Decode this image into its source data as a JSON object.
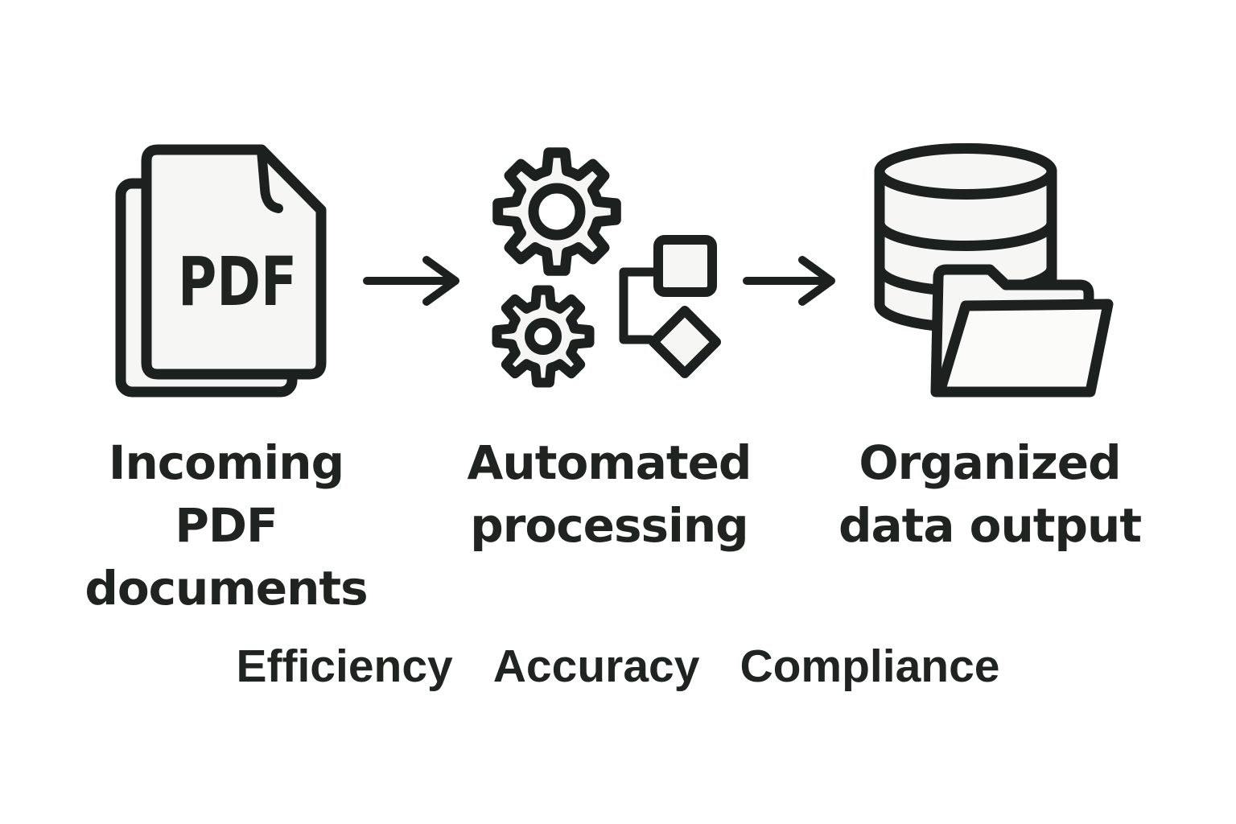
{
  "diagram": {
    "steps": [
      {
        "icon": "pdf-documents-icon",
        "icon_text": "PDF",
        "label": "Incoming PDF documents",
        "lines": [
          "Incoming",
          "PDF",
          "documents"
        ]
      },
      {
        "icon": "gears-flowchart-icon",
        "label": "Automated processing",
        "lines": [
          "Automated",
          "processing"
        ]
      },
      {
        "icon": "database-folder-icon",
        "label": "Organized data output",
        "lines": [
          "Organized",
          "data output"
        ]
      }
    ],
    "connectors": [
      {
        "icon": "arrow-right-icon"
      },
      {
        "icon": "arrow-right-icon"
      }
    ],
    "footer_keywords": [
      "Efficiency",
      "Accuracy",
      "Compliance"
    ]
  },
  "colors": {
    "background": "#ffffff",
    "stroke": "#1c201e",
    "icon_fill": "#f6f6f4",
    "text": "#1f2421"
  }
}
